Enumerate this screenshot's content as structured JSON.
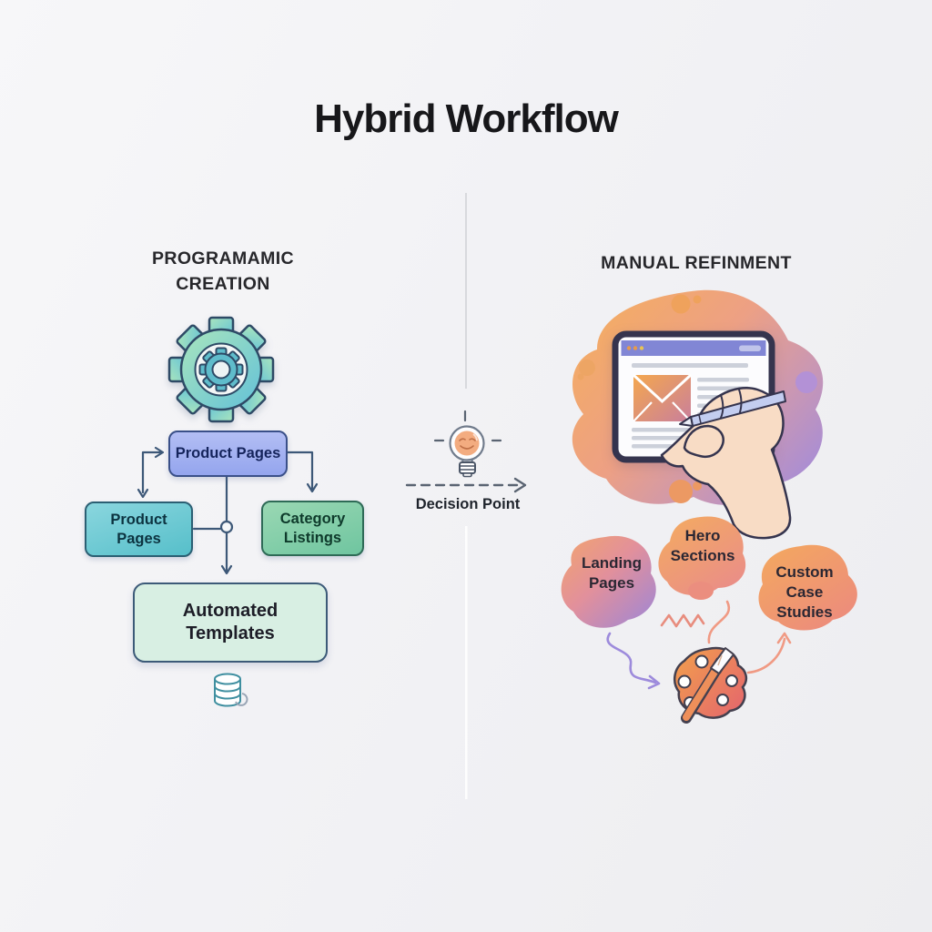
{
  "title": "Hybrid Workflow",
  "left_panel": {
    "header": "PROGRAMAMIC CREATION",
    "gear_icon": "gear",
    "boxes": {
      "source": "Product Pages",
      "branch_left": "Product Pages",
      "branch_right": "Category Listings",
      "output": "Automated Templates"
    },
    "database_icon": "database-cylinder"
  },
  "center": {
    "icon": "lightbulb",
    "label": "Decision Point"
  },
  "right_panel": {
    "header": "MANUAL REFINMENT",
    "illustration": "hand-with-stylus-editing-webpage-on-tablet",
    "blobs": [
      "Landing Pages",
      "Hero Sections",
      "Custom Case Studies"
    ],
    "palette_icon": "paint-palette-with-brush"
  },
  "colors": {
    "background": "#f2f2f5",
    "title_text": "#17171a",
    "connector": "#3d5878",
    "gear_green": "#a5e3bc",
    "gear_teal": "#66c2d8",
    "box_blue": "#a3b1f1",
    "box_teal": "#6fc9d4",
    "box_green": "#84cea9",
    "box_mint": "#d8efe3",
    "blob_orange": "#f4ad62",
    "blob_pink": "#eda084",
    "blob_purple": "#a18bdc",
    "arrow_purple": "#9d8bdc",
    "arrow_salmon": "#ef9a82",
    "tablet_bar": "#8186d5",
    "bulb_glow": "#f3ac80",
    "skin": "#f8dcc5"
  }
}
